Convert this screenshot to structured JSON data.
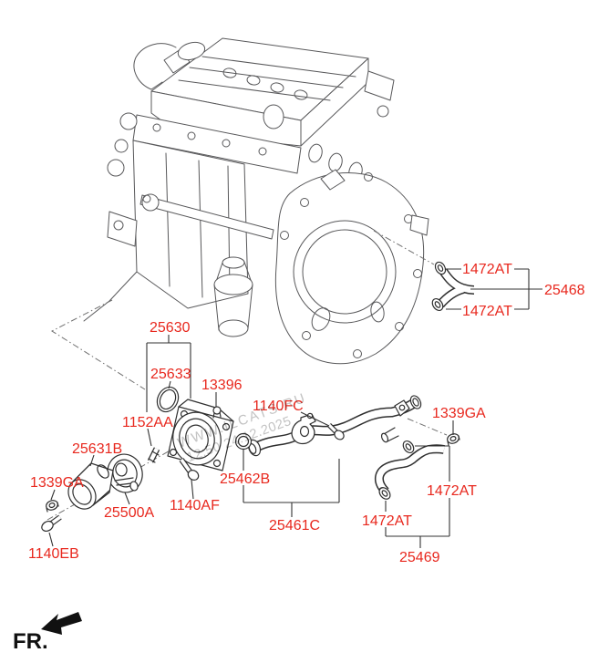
{
  "diagram": {
    "title": "Coolant pipe and hose parts diagram",
    "label_color": "#e8281e",
    "engine_line_color": "#58585a",
    "part_line_color": "#2f2f2f",
    "watermark": {
      "line1": "WWW.ILCATS.RU",
      "line2": "12:50 24.12.2025",
      "color": "#c3c3c3"
    },
    "fr_label": "FR.",
    "labels": [
      {
        "id": "1472at-top",
        "text": "1472AT"
      },
      {
        "id": "1472at-upper2",
        "text": "1472AT"
      },
      {
        "id": "25468",
        "text": "25468"
      },
      {
        "id": "25630",
        "text": "25630"
      },
      {
        "id": "25633",
        "text": "25633"
      },
      {
        "id": "13396",
        "text": "13396"
      },
      {
        "id": "1140fc",
        "text": "1140FC"
      },
      {
        "id": "1152aa",
        "text": "1152AA"
      },
      {
        "id": "25631b",
        "text": "25631B"
      },
      {
        "id": "1339ga-left",
        "text": "1339GA"
      },
      {
        "id": "1339ga-right",
        "text": "1339GA"
      },
      {
        "id": "25462b",
        "text": "25462B"
      },
      {
        "id": "1140af",
        "text": "1140AF"
      },
      {
        "id": "25500a",
        "text": "25500A"
      },
      {
        "id": "25461c",
        "text": "25461C"
      },
      {
        "id": "1472at-mid",
        "text": "1472AT"
      },
      {
        "id": "1472at-low",
        "text": "1472AT"
      },
      {
        "id": "25469",
        "text": "25469"
      },
      {
        "id": "1140eb",
        "text": "1140EB"
      }
    ]
  }
}
